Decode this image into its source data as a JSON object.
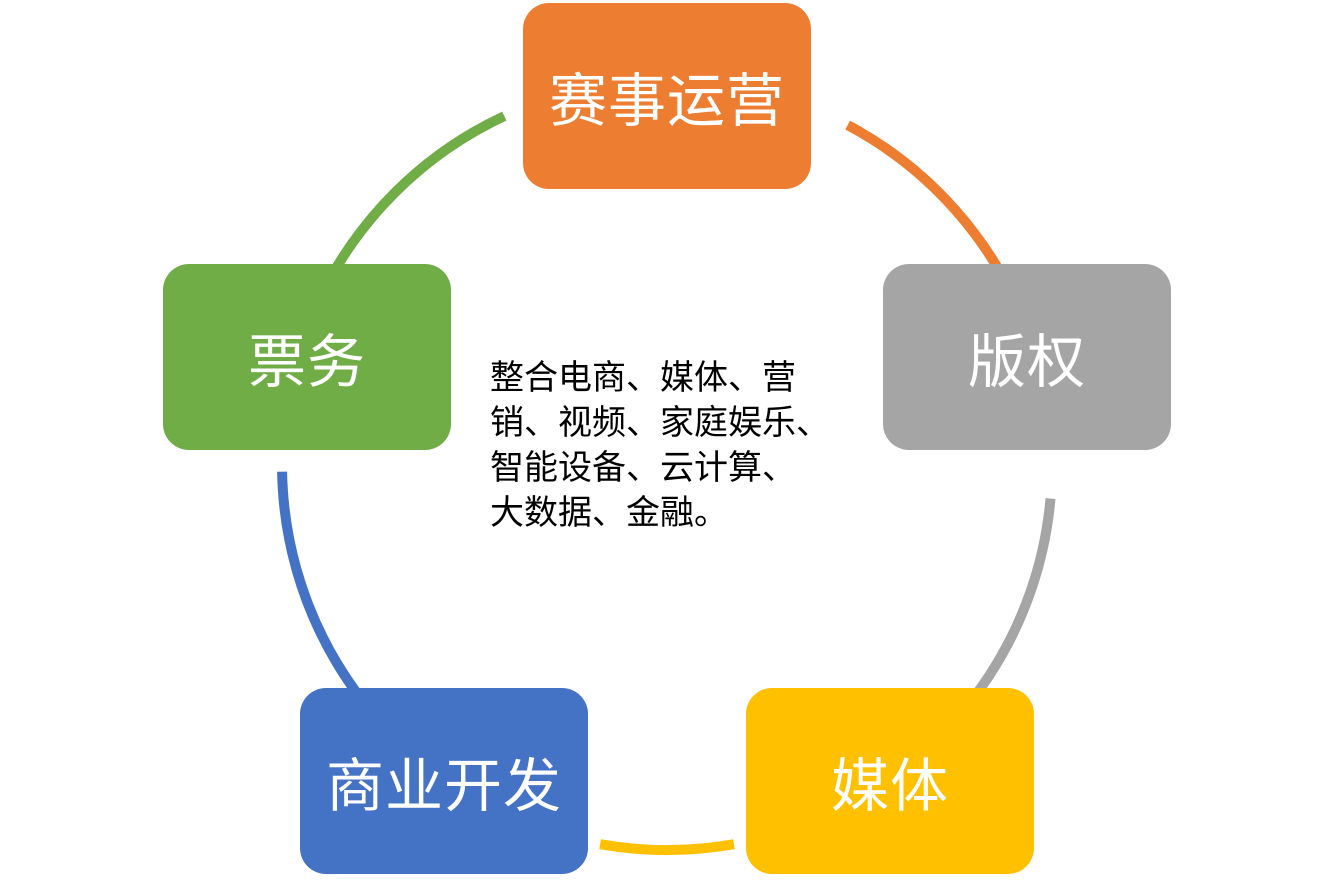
{
  "diagram": {
    "nodes": [
      {
        "label": "赛事运营",
        "color": "#ED7D31"
      },
      {
        "label": "版权",
        "color": "#A5A5A5"
      },
      {
        "label": "媒体",
        "color": "#FFC000"
      },
      {
        "label": "商业开发",
        "color": "#4472C4"
      },
      {
        "label": "票务",
        "color": "#70AD47"
      }
    ],
    "center_text": [
      "整合电商、媒体、营",
      "销、视频、家庭娱乐、",
      "智能设备、云计算、",
      "大数据、金融。"
    ]
  }
}
